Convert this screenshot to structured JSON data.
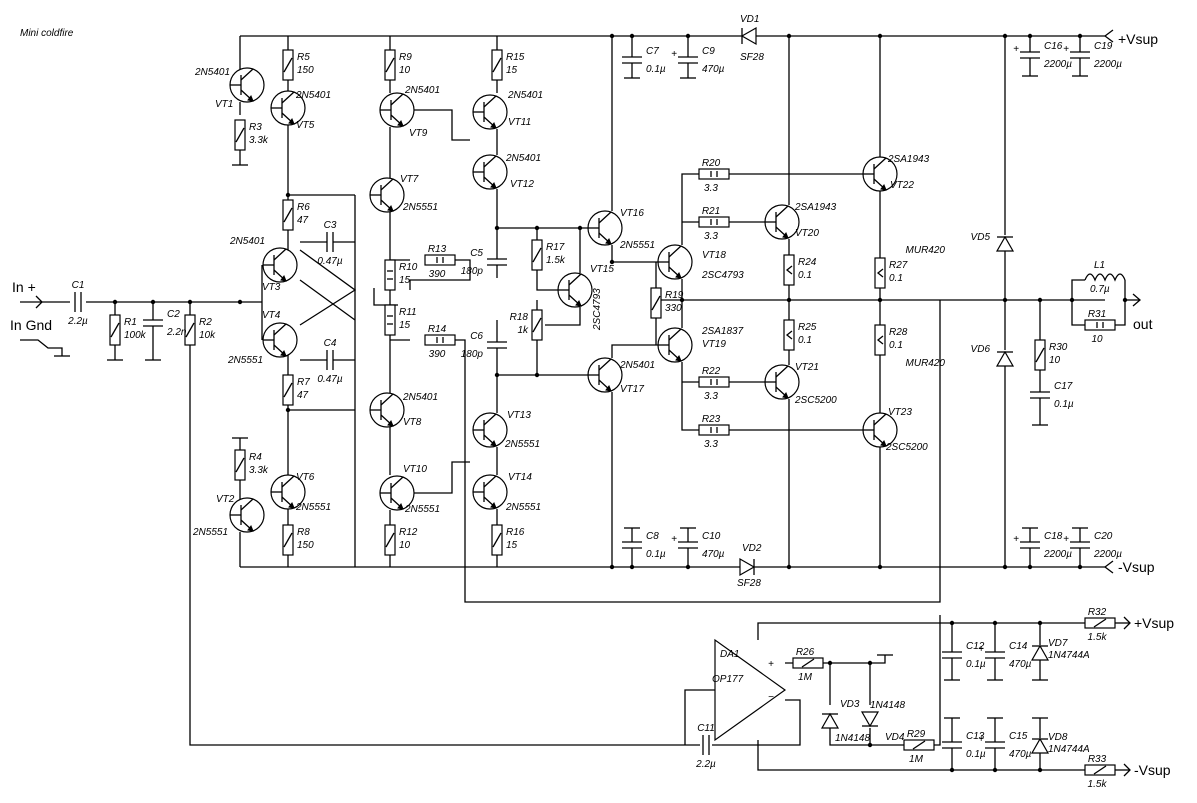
{
  "title": "Mini coldfire",
  "nets": {
    "vsup_pos": "+Vsup",
    "vsup_neg": "-Vsup",
    "in_pos": "In +",
    "in_gnd": "In Gnd",
    "out": "out"
  },
  "transistors": [
    {
      "ref": "VT1",
      "type": "2N5401"
    },
    {
      "ref": "VT2",
      "type": "2N5551"
    },
    {
      "ref": "VT3",
      "type": "2N5401"
    },
    {
      "ref": "VT4",
      "type": "2N5551"
    },
    {
      "ref": "VT5",
      "type": "2N5401"
    },
    {
      "ref": "VT6",
      "type": "2N5551"
    },
    {
      "ref": "VT7",
      "type": "2N5551"
    },
    {
      "ref": "VT8",
      "type": "2N5401"
    },
    {
      "ref": "VT9",
      "type": "2N5401"
    },
    {
      "ref": "VT10",
      "type": "2N5551"
    },
    {
      "ref": "VT11",
      "type": "2N5401"
    },
    {
      "ref": "VT12",
      "type": "2N5401"
    },
    {
      "ref": "VT13",
      "type": "2N5551"
    },
    {
      "ref": "VT14",
      "type": "2N5551"
    },
    {
      "ref": "VT15",
      "type": "2SC4793"
    },
    {
      "ref": "VT16",
      "type": "2N5551"
    },
    {
      "ref": "VT17",
      "type": "2N5401"
    },
    {
      "ref": "VT18",
      "type": "2SC4793"
    },
    {
      "ref": "VT19",
      "type": "2SA1837"
    },
    {
      "ref": "VT20",
      "type": "2SA1943"
    },
    {
      "ref": "VT21",
      "type": "2SC5200"
    },
    {
      "ref": "VT22",
      "type": "2SA1943"
    },
    {
      "ref": "VT23",
      "type": "2SC5200"
    }
  ],
  "resistors": [
    {
      "ref": "R1",
      "value": "100k"
    },
    {
      "ref": "R2",
      "value": "10k"
    },
    {
      "ref": "R3",
      "value": "3.3k"
    },
    {
      "ref": "R4",
      "value": "3.3k"
    },
    {
      "ref": "R5",
      "value": "150"
    },
    {
      "ref": "R6",
      "value": "47"
    },
    {
      "ref": "R7",
      "value": "47"
    },
    {
      "ref": "R8",
      "value": "150"
    },
    {
      "ref": "R9",
      "value": "10"
    },
    {
      "ref": "R10",
      "value": "15"
    },
    {
      "ref": "R11",
      "value": "15"
    },
    {
      "ref": "R12",
      "value": "10"
    },
    {
      "ref": "R13",
      "value": "390"
    },
    {
      "ref": "R14",
      "value": "390"
    },
    {
      "ref": "R15",
      "value": "15"
    },
    {
      "ref": "R16",
      "value": "15"
    },
    {
      "ref": "R17",
      "value": "1.5k"
    },
    {
      "ref": "R18",
      "value": "1k"
    },
    {
      "ref": "R19",
      "value": "330"
    },
    {
      "ref": "R20",
      "value": "3.3"
    },
    {
      "ref": "R21",
      "value": "3.3"
    },
    {
      "ref": "R22",
      "value": "3.3"
    },
    {
      "ref": "R23",
      "value": "3.3"
    },
    {
      "ref": "R24",
      "value": "0.1"
    },
    {
      "ref": "R25",
      "value": "0.1"
    },
    {
      "ref": "R26",
      "value": "1M"
    },
    {
      "ref": "R27",
      "value": "0.1"
    },
    {
      "ref": "R28",
      "value": "0.1"
    },
    {
      "ref": "R29",
      "value": "1M"
    },
    {
      "ref": "R30",
      "value": "10"
    },
    {
      "ref": "R31",
      "value": "10"
    },
    {
      "ref": "R32",
      "value": "1.5k"
    },
    {
      "ref": "R33",
      "value": "1.5k"
    }
  ],
  "capacitors": [
    {
      "ref": "C1",
      "value": "2.2µ"
    },
    {
      "ref": "C2",
      "value": "2.2n"
    },
    {
      "ref": "C3",
      "value": "0.47µ"
    },
    {
      "ref": "C4",
      "value": "0.47µ"
    },
    {
      "ref": "C5",
      "value": "180p"
    },
    {
      "ref": "C6",
      "value": "180p"
    },
    {
      "ref": "C7",
      "value": "0.1µ"
    },
    {
      "ref": "C8",
      "value": "0.1µ"
    },
    {
      "ref": "C9",
      "value": "470µ"
    },
    {
      "ref": "C10",
      "value": "470µ"
    },
    {
      "ref": "C11",
      "value": "2.2µ"
    },
    {
      "ref": "C12",
      "value": "0.1µ"
    },
    {
      "ref": "C13",
      "value": "0.1µ"
    },
    {
      "ref": "C14",
      "value": "470µ"
    },
    {
      "ref": "C15",
      "value": "470µ"
    },
    {
      "ref": "C16",
      "value": "2200µ"
    },
    {
      "ref": "C17",
      "value": "0.1µ"
    },
    {
      "ref": "C18",
      "value": "2200µ"
    },
    {
      "ref": "C19",
      "value": "2200µ"
    },
    {
      "ref": "C20",
      "value": "2200µ"
    }
  ],
  "diodes": [
    {
      "ref": "VD1",
      "type": "SF28"
    },
    {
      "ref": "VD2",
      "type": "SF28"
    },
    {
      "ref": "VD3",
      "type": "1N4148"
    },
    {
      "ref": "VD4",
      "type": "1N4148"
    },
    {
      "ref": "VD5",
      "type": "MUR420"
    },
    {
      "ref": "VD6",
      "type": "MUR420"
    },
    {
      "ref": "VD7",
      "type": "1N4744A"
    },
    {
      "ref": "VD8",
      "type": "1N4744A"
    }
  ],
  "inductors": [
    {
      "ref": "L1",
      "value": "0.7µ"
    }
  ],
  "opamp": {
    "ref": "DA1",
    "type": "OP177",
    "plus": "+",
    "minus": "−"
  }
}
